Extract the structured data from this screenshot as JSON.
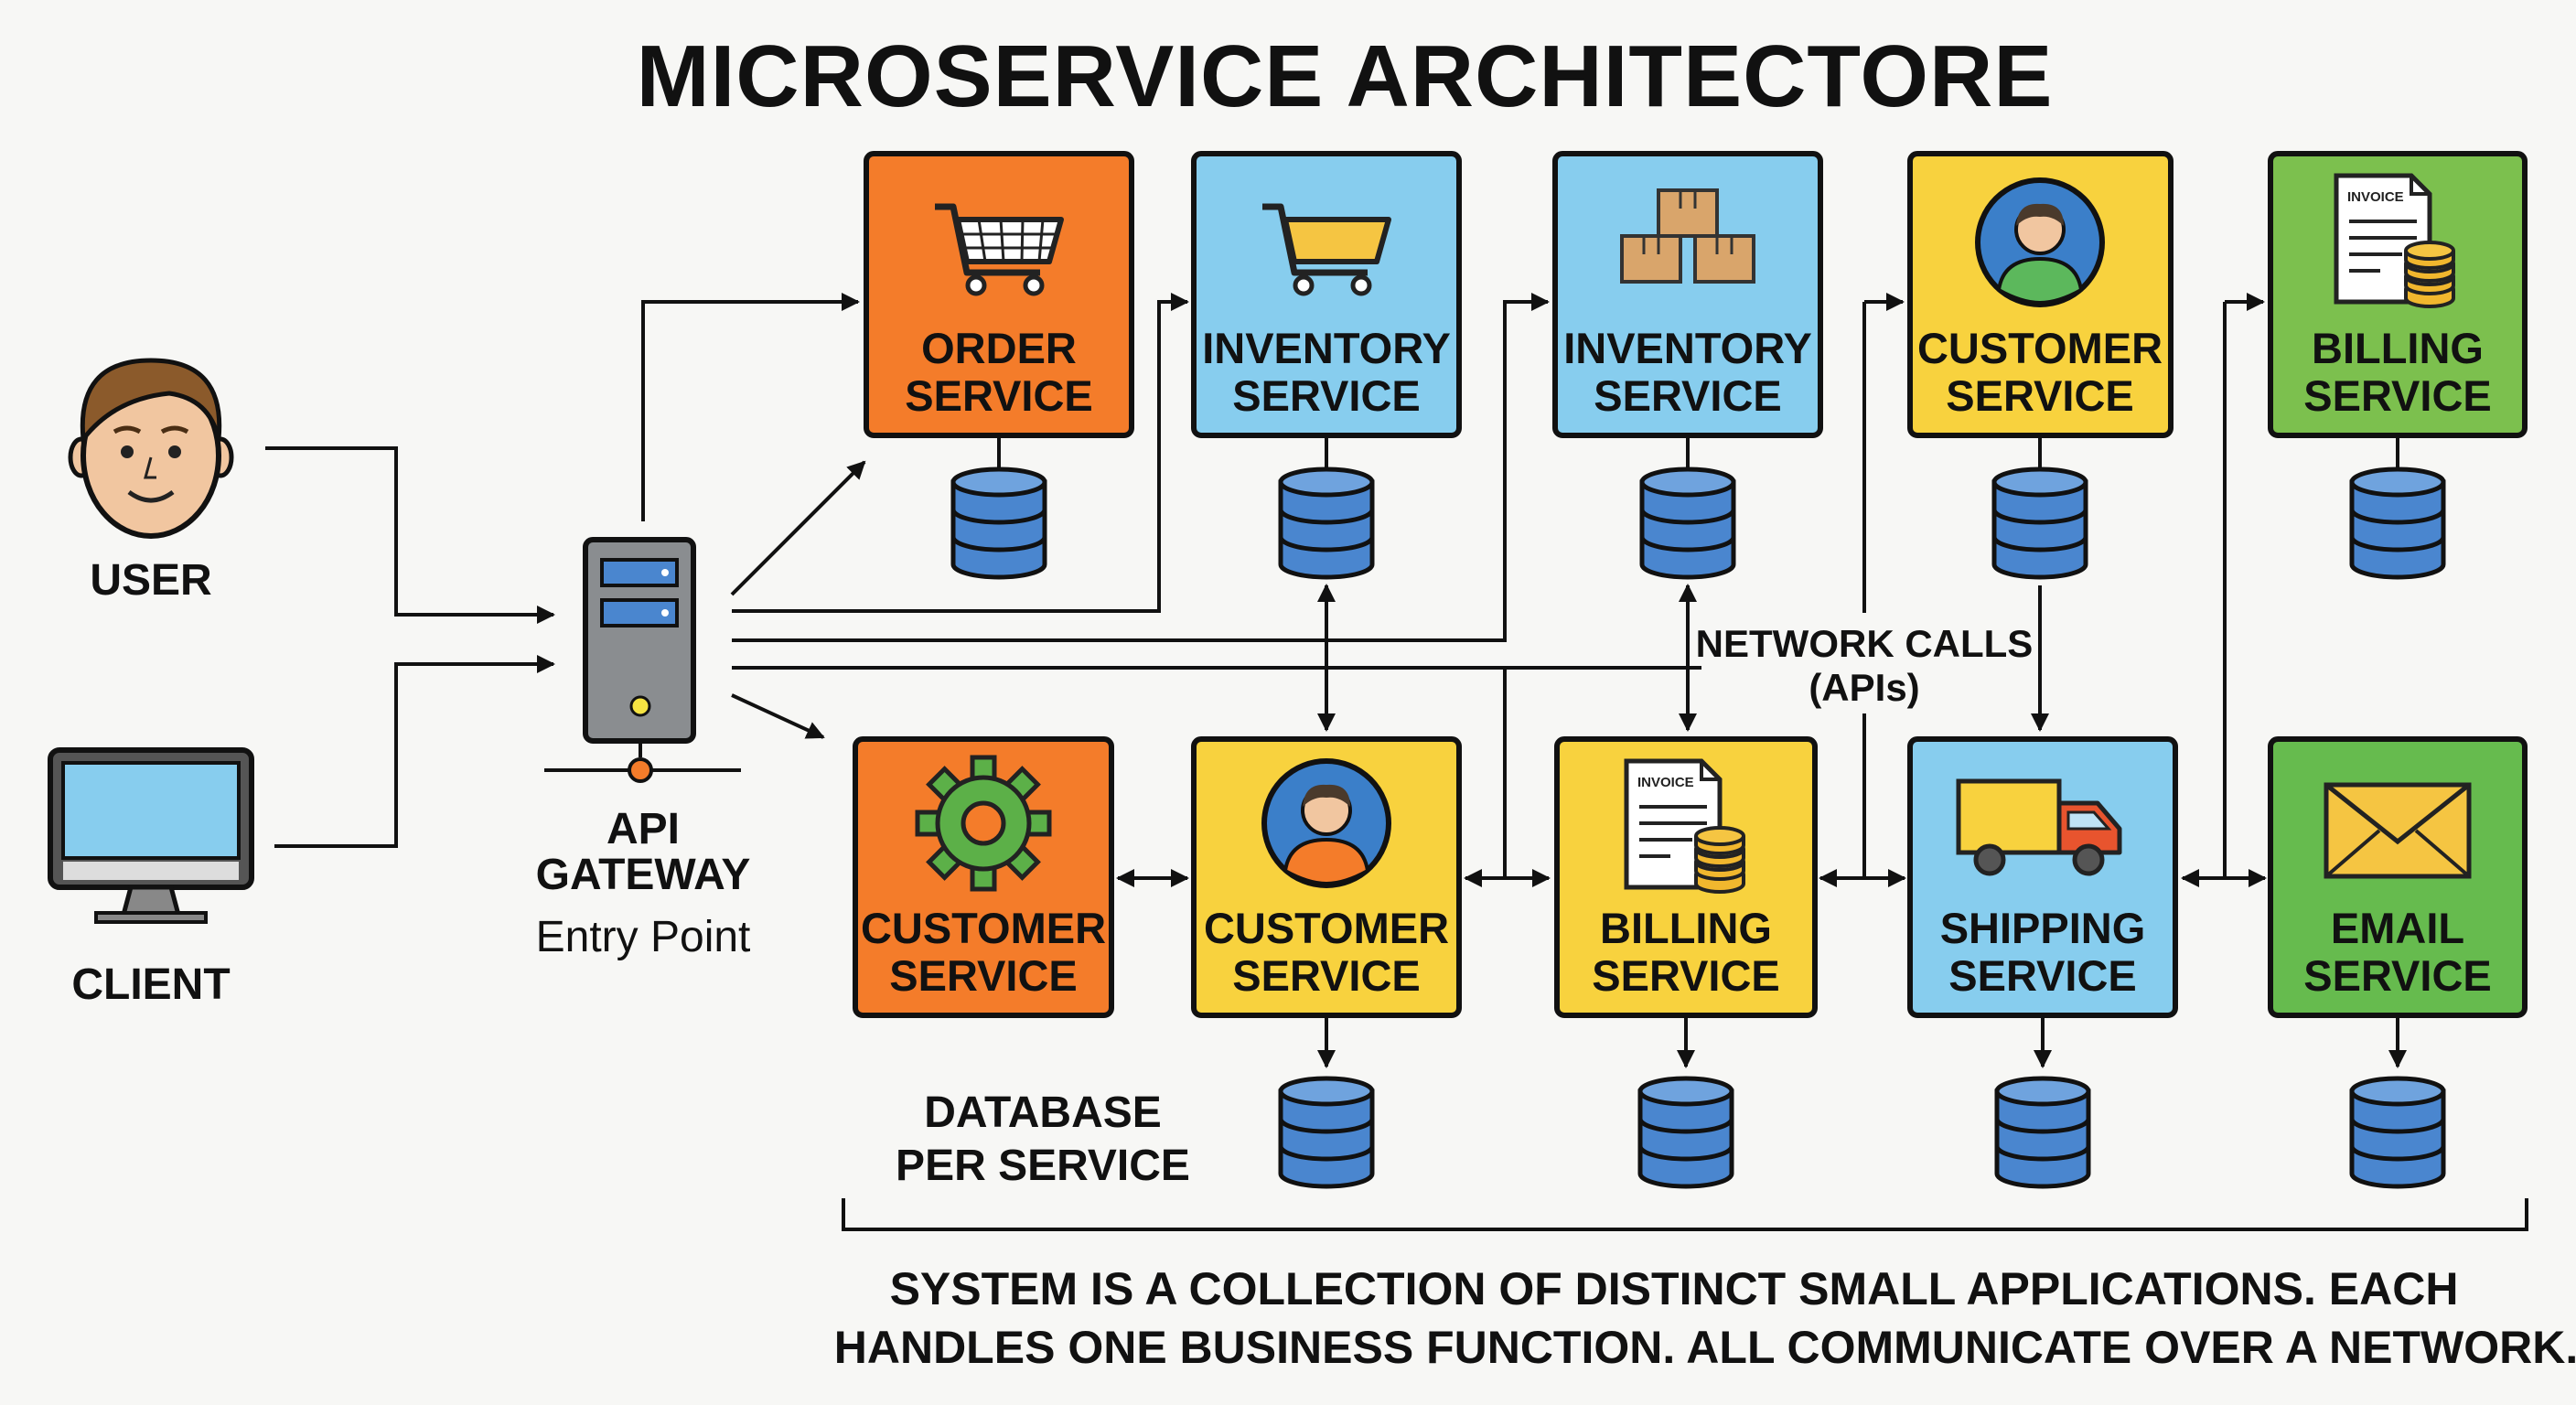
{
  "title": "MICROSERVICE ARCHITECTORE",
  "actors": {
    "user": "USER",
    "client": "CLIENT"
  },
  "gateway": {
    "line1": "API",
    "line2": "GATEWAY",
    "line3": "Entry Point"
  },
  "services_top": [
    {
      "line1": "ORDER",
      "line2": "SERVICE",
      "color": "#f47c2a",
      "icon": "shopping-cart-icon"
    },
    {
      "line1": "INVENTORY",
      "line2": "SERVICE",
      "color": "#87cdee",
      "icon": "shopping-cart-icon"
    },
    {
      "line1": "INVENTORY",
      "line2": "SERVICE",
      "color": "#87cdee",
      "icon": "boxes-icon"
    },
    {
      "line1": "CUSTOMER",
      "line2": "SERVICE",
      "color": "#f8d23e",
      "icon": "person-icon"
    },
    {
      "line1": "BILLING",
      "line2": "SERVICE",
      "color": "#7cc04e",
      "icon": "invoice-icon"
    }
  ],
  "services_bottom": [
    {
      "line1": "CUSTOMER",
      "line2": "SERVICE",
      "color": "#f47c2a",
      "icon": "gear-icon"
    },
    {
      "line1": "CUSTOMER",
      "line2": "SERVICE",
      "color": "#f8d23e",
      "icon": "person-icon"
    },
    {
      "line1": "BILLING",
      "line2": "SERVICE",
      "color": "#f8d23e",
      "icon": "invoice-icon"
    },
    {
      "line1": "SHIPPING",
      "line2": "SERVICE",
      "color": "#87cdee",
      "icon": "truck-icon"
    },
    {
      "line1": "EMAIL",
      "line2": "SERVICE",
      "color": "#66bb4e",
      "icon": "envelope-icon"
    }
  ],
  "invoice_text": "INVOICE",
  "network_calls": {
    "line1": "NETWORK CALLS",
    "line2": "(APIs)"
  },
  "database_note": {
    "line1": "DATABASE",
    "line2": "PER SERVICE"
  },
  "caption": {
    "line1": "SYSTEM IS A COLLECTION OF DISTINCT SMALL APPLICATIONS. EACH",
    "line2": "HANDLES ONE BUSINESS FUNCTION. ALL COMMUNICATE OVER A NETWORK."
  },
  "colors": {
    "db_blue": "#4a86cf",
    "outline": "#111111",
    "server_gray": "#8a8d90"
  }
}
